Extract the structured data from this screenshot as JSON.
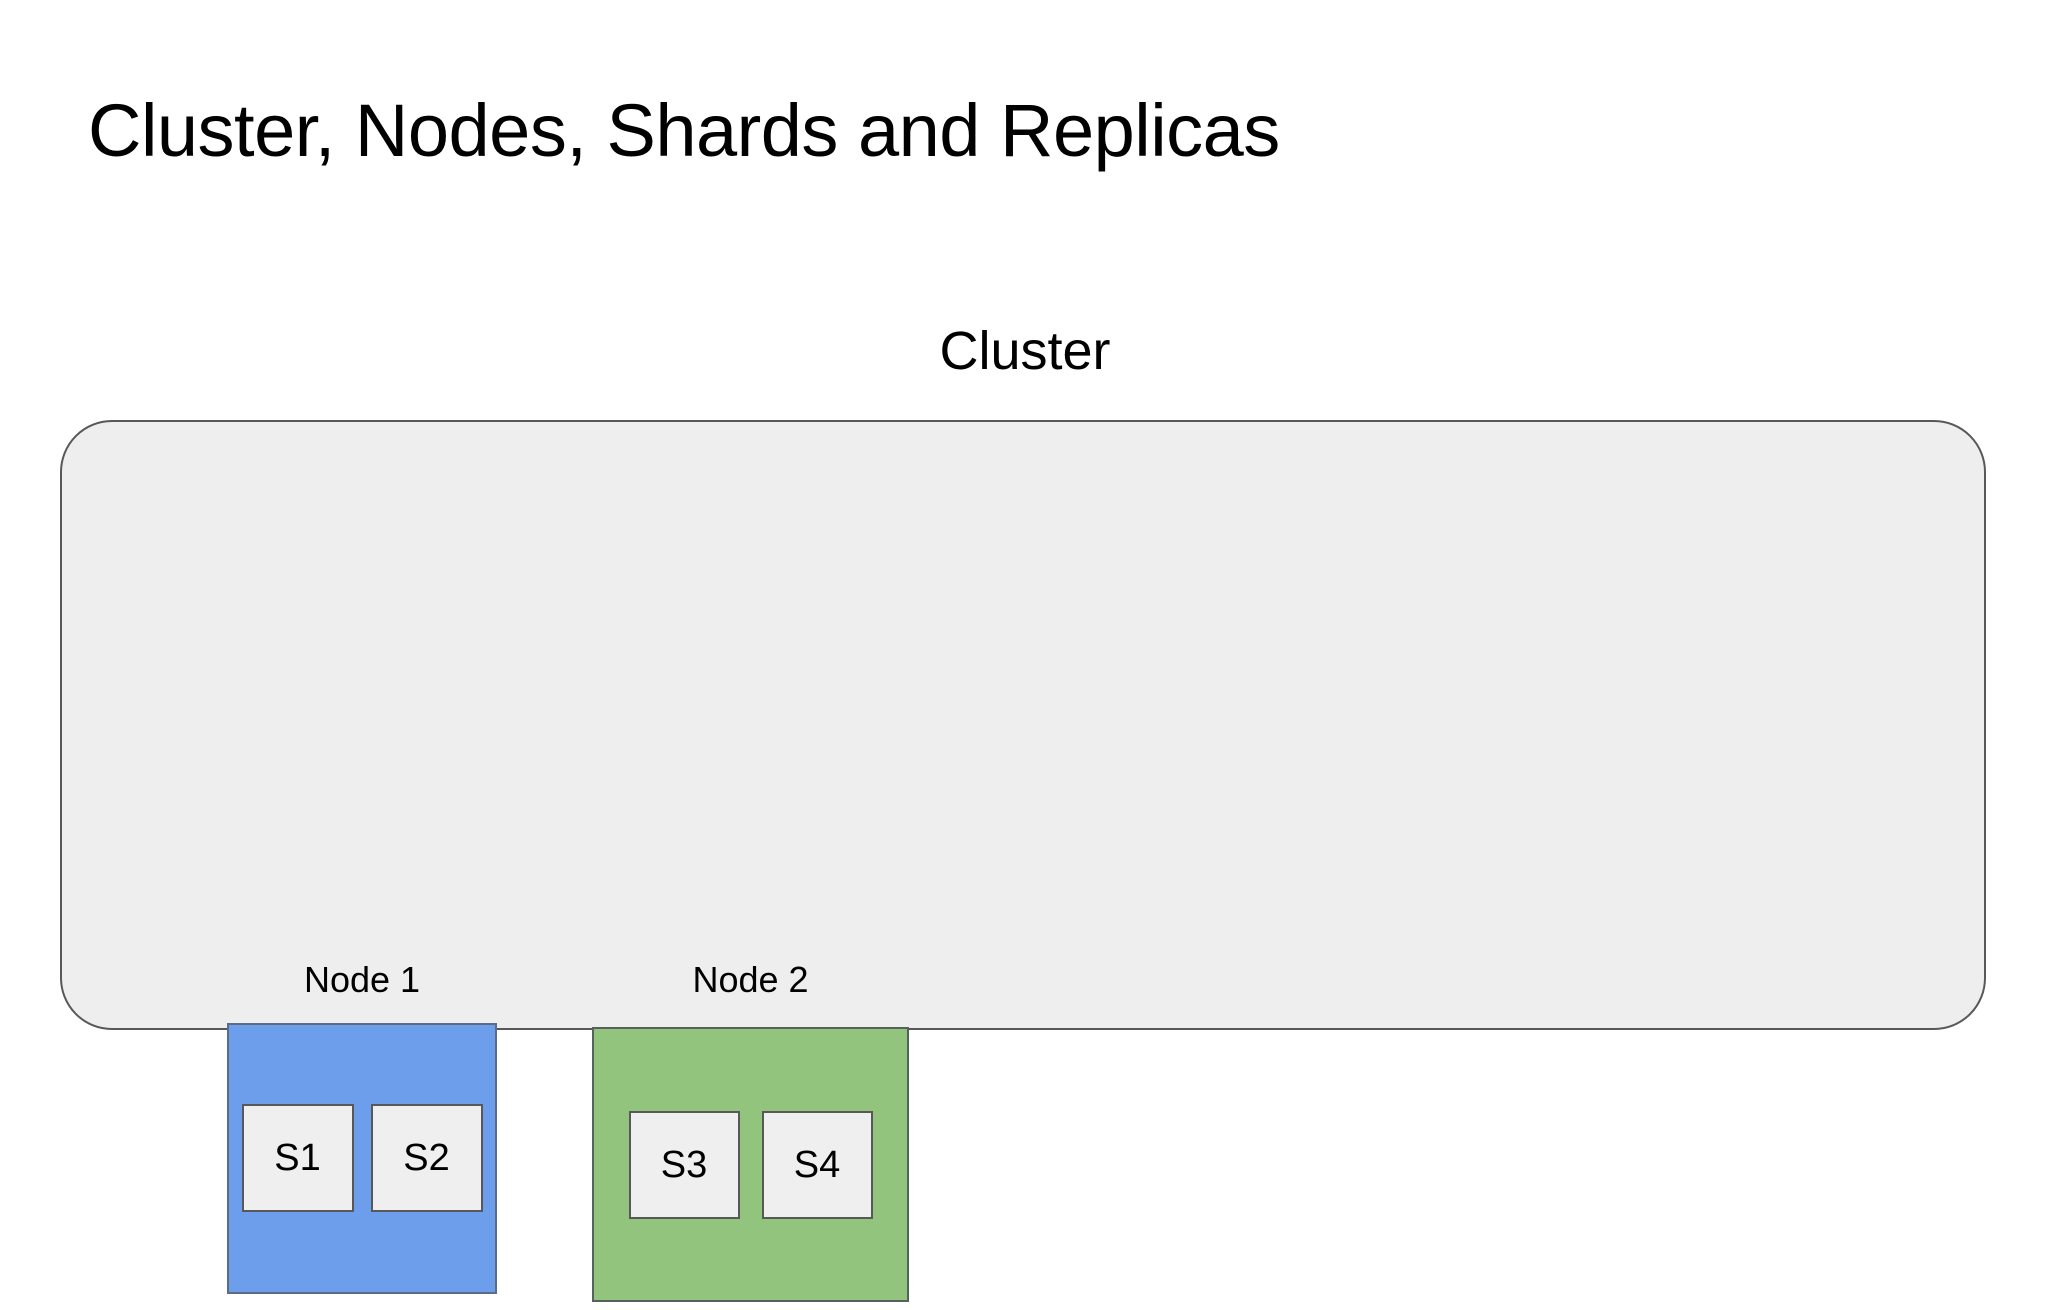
{
  "slide": {
    "title": "Cluster, Nodes, Shards and Replicas",
    "background_color": "#ffffff",
    "text_color": "#000000"
  },
  "cluster": {
    "caption": "Cluster",
    "fill_color": "#eeeeee",
    "border_color": "#585858",
    "nodes": [
      {
        "label": "Node 1",
        "fill_color": "#6d9eeb",
        "border_color": "#5b6d86",
        "shards": [
          {
            "label": "S1",
            "fill_color": "#efefef",
            "border_color": "#585858"
          },
          {
            "label": "S2",
            "fill_color": "#efefef",
            "border_color": "#585858"
          }
        ]
      },
      {
        "label": "Node 2",
        "fill_color": "#93c47d",
        "border_color": "#56605c",
        "shards": [
          {
            "label": "S3",
            "fill_color": "#efefef",
            "border_color": "#585858"
          },
          {
            "label": "S4",
            "fill_color": "#efefef",
            "border_color": "#585858"
          }
        ]
      }
    ]
  }
}
